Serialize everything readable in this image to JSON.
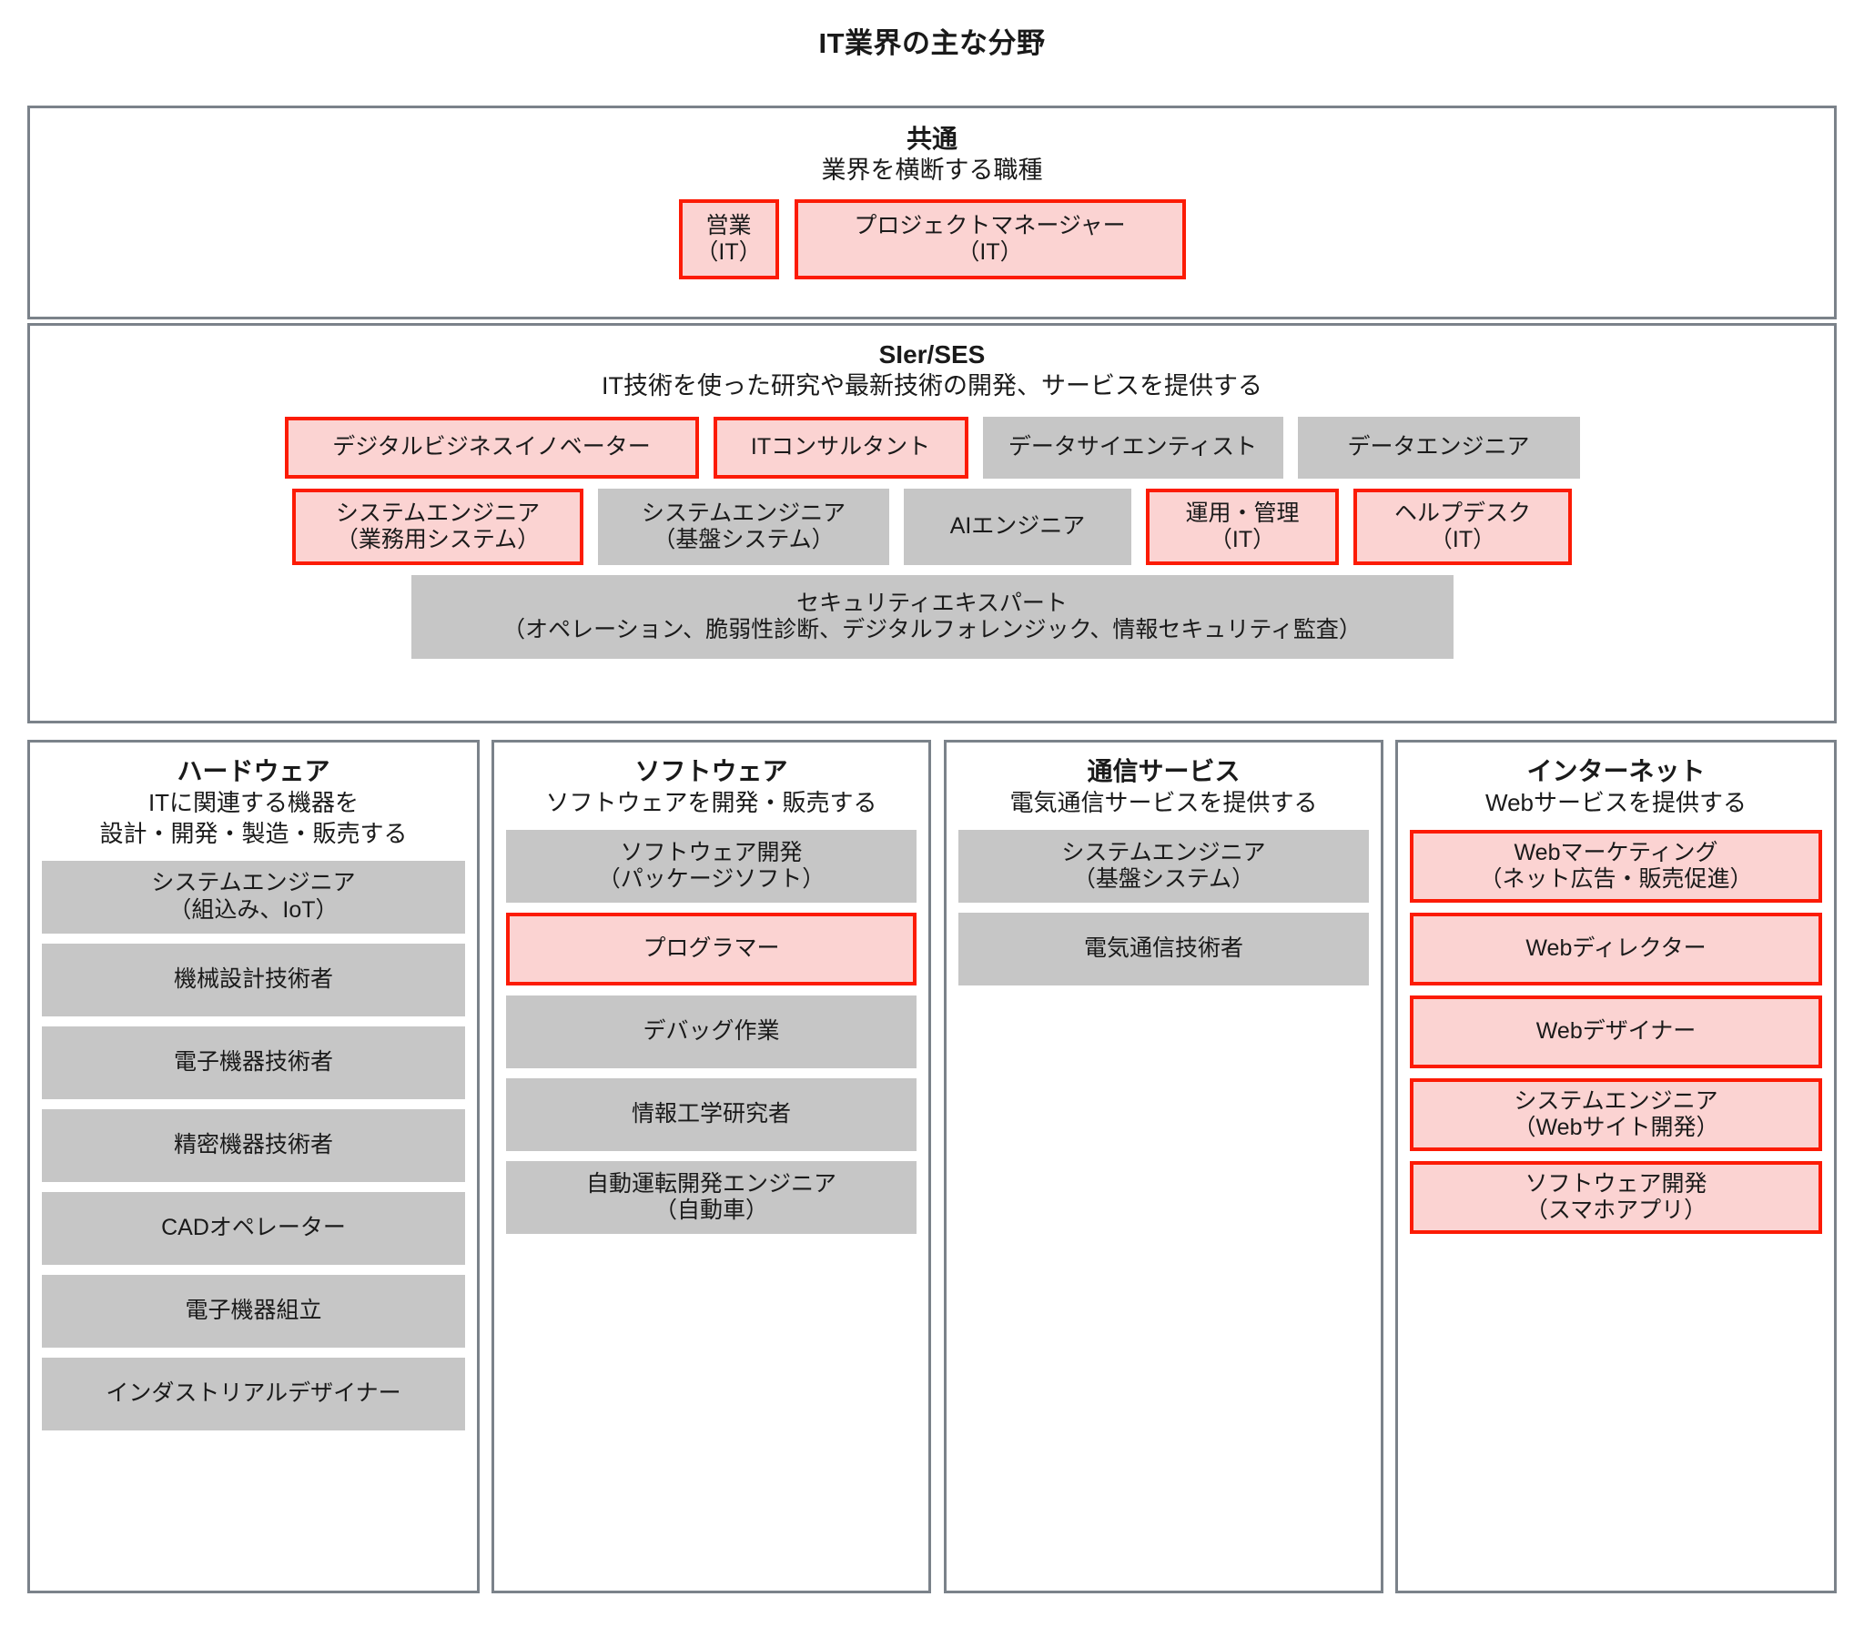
{
  "title": "IT業界の主な分野",
  "colors": {
    "highlight_border": "#fc1b05",
    "highlight_fill": "#fbd3d2",
    "neutral_fill": "#c6c6c6",
    "frame_border": "#7b828a"
  },
  "sections": {
    "common": {
      "title": "共通",
      "subtitle": "業界を横断する職種",
      "items": [
        {
          "label": "営業\n（IT）",
          "highlight": true
        },
        {
          "label": "プロジェクトマネージャー\n（IT）",
          "highlight": true
        }
      ]
    },
    "sier": {
      "title": "SIer/SES",
      "subtitle": "IT技術を使った研究や最新技術の開発、サービスを提供する",
      "row1": [
        {
          "label": "デジタルビジネスイノベーター",
          "highlight": true
        },
        {
          "label": "ITコンサルタント",
          "highlight": true
        },
        {
          "label": "データサイエンティスト",
          "highlight": false
        },
        {
          "label": "データエンジニア",
          "highlight": false
        }
      ],
      "row2": [
        {
          "label": "システムエンジニア\n（業務用システム）",
          "highlight": true
        },
        {
          "label": "システムエンジニア\n（基盤システム）",
          "highlight": false
        },
        {
          "label": "AIエンジニア",
          "highlight": false
        },
        {
          "label": "運用・管理\n（IT）",
          "highlight": true
        },
        {
          "label": "ヘルプデスク\n（IT）",
          "highlight": true
        }
      ],
      "row3": [
        {
          "label": "セキュリティエキスパート\n（オペレーション、脆弱性診断、デジタルフォレンジック、情報セキュリティ監査）",
          "highlight": false
        }
      ]
    }
  },
  "columns": [
    {
      "id": "hardware",
      "title": "ハードウェア",
      "subtitle": "ITに関連する機器を\n設計・開発・製造・販売する",
      "items": [
        {
          "label": "システムエンジニア\n（組込み、IoT）",
          "highlight": false
        },
        {
          "label": "機械設計技術者",
          "highlight": false
        },
        {
          "label": "電子機器技術者",
          "highlight": false
        },
        {
          "label": "精密機器技術者",
          "highlight": false
        },
        {
          "label": "CADオペレーター",
          "highlight": false
        },
        {
          "label": "電子機器組立",
          "highlight": false
        },
        {
          "label": "インダストリアルデザイナー",
          "highlight": false
        }
      ]
    },
    {
      "id": "software",
      "title": "ソフトウェア",
      "subtitle": "ソフトウェアを開発・販売する",
      "items": [
        {
          "label": "ソフトウェア開発\n（パッケージソフト）",
          "highlight": false
        },
        {
          "label": "プログラマー",
          "highlight": true
        },
        {
          "label": "デバッグ作業",
          "highlight": false
        },
        {
          "label": "情報工学研究者",
          "highlight": false
        },
        {
          "label": "自動運転開発エンジニア\n（自動車）",
          "highlight": false
        }
      ]
    },
    {
      "id": "telecom",
      "title": "通信サービス",
      "subtitle": "電気通信サービスを提供する",
      "items": [
        {
          "label": "システムエンジニア\n（基盤システム）",
          "highlight": false
        },
        {
          "label": "電気通信技術者",
          "highlight": false
        }
      ]
    },
    {
      "id": "internet",
      "title": "インターネット",
      "subtitle": "Webサービスを提供する",
      "items": [
        {
          "label": "Webマーケティング\n（ネット広告・販売促進）",
          "highlight": true
        },
        {
          "label": "Webディレクター",
          "highlight": true
        },
        {
          "label": "Webデザイナー",
          "highlight": true
        },
        {
          "label": "システムエンジニア\n（Webサイト開発）",
          "highlight": true
        },
        {
          "label": "ソフトウェア開発\n（スマホアプリ）",
          "highlight": true
        }
      ]
    }
  ]
}
